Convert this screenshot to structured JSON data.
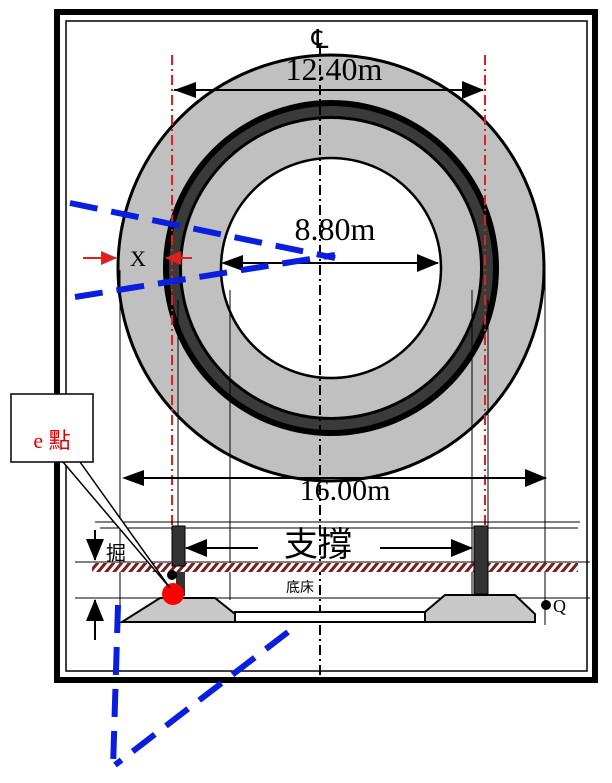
{
  "labels": {
    "centerline": "℄",
    "outer_span": "12.40m",
    "inner_diameter": "8.80m",
    "offset_x": "X",
    "total_width": "16.00m",
    "strut": "支撐",
    "point_e": "e 點",
    "point_q": "Q",
    "excavation": "掘",
    "base": "底床"
  },
  "colors": {
    "ring_fill": "#c0c0c0",
    "segment_band": "#3a3a3a",
    "guide_red": "#e02020",
    "marker_red": "#ff0000",
    "dashed_blue": "#0a1ee0",
    "footing_fill": "#c8c8c8"
  }
}
